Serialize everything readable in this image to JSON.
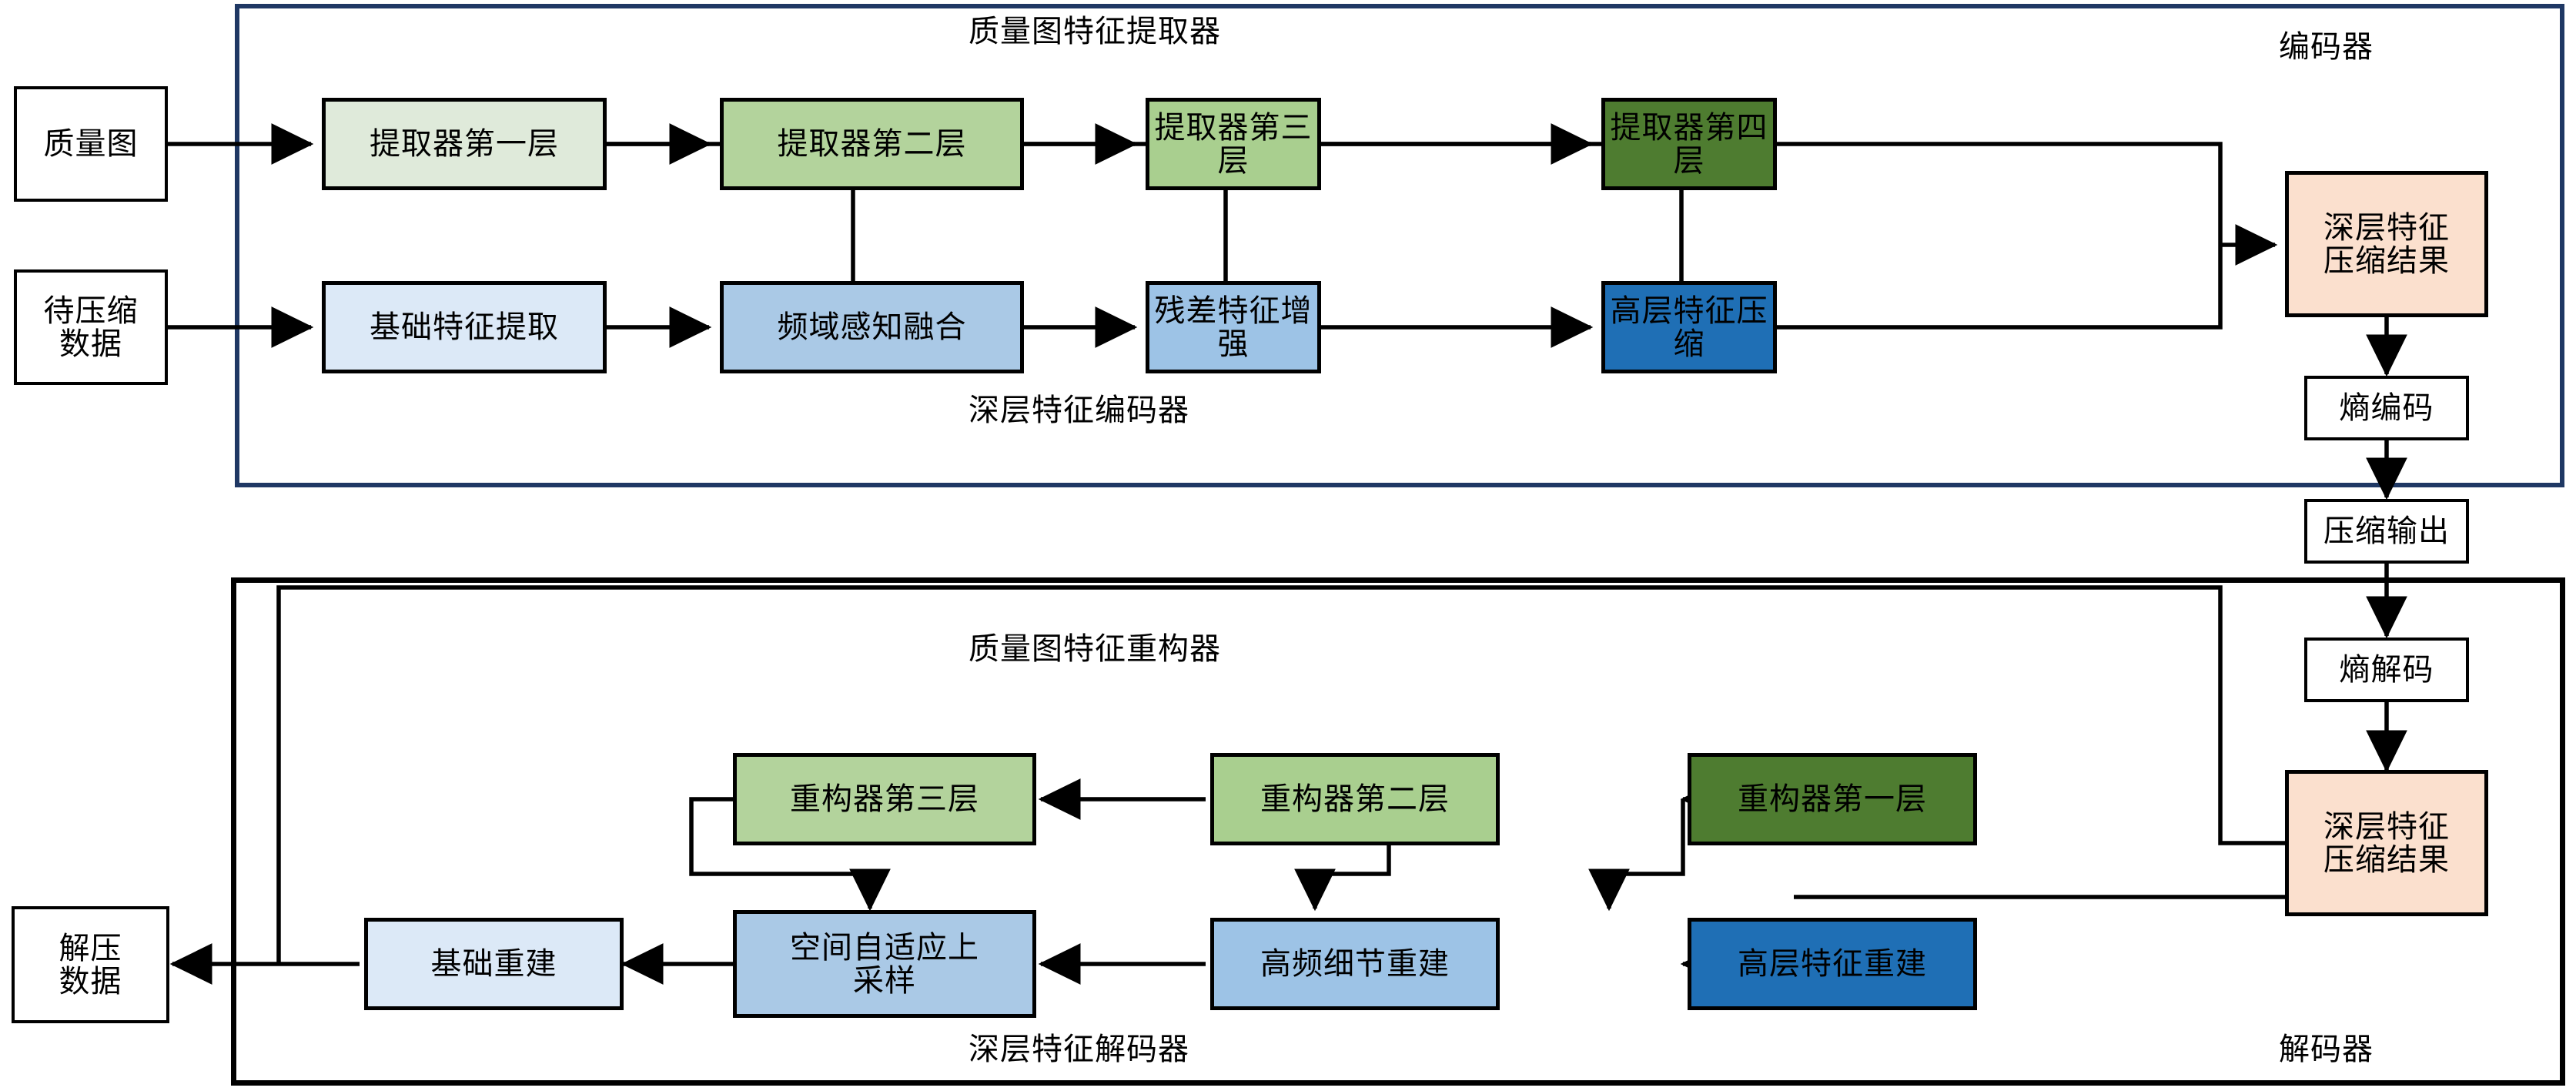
{
  "diagram": {
    "title_encoder_group": "编码器",
    "title_decoder_group": "解码器",
    "label_quality_extractor": "质量图特征提取器",
    "label_deep_encoder": "深层特征编码器",
    "label_quality_reconstructor": "质量图特征重构器",
    "label_deep_decoder": "深层特征解码器"
  },
  "colors": {
    "encoder_border": "#1f3864",
    "decoder_border": "#000000",
    "green_light": "#dfeada",
    "green_mid": "#b3d39c",
    "green_mid2": "#a9cf8f",
    "green_dark": "#4e7c30",
    "blue_light": "#dce9f7",
    "blue_mid": "#aac9e6",
    "blue_mid2": "#9dc3e6",
    "blue_dark": "#1f6fb5",
    "peach": "#fbe0ce"
  },
  "inputs": {
    "quality_map": "质量图",
    "data_to_compress": "待压缩\n数据",
    "decompressed_data": "解压\n数据"
  },
  "encoder": {
    "extractor_row": [
      {
        "label": "提取器第一层",
        "tone": "g1"
      },
      {
        "label": "提取器第二层",
        "tone": "g2"
      },
      {
        "label": "提取器第三层",
        "tone": "g3"
      },
      {
        "label": "提取器第四层",
        "tone": "g4"
      }
    ],
    "feature_row": [
      {
        "label": "基础特征提取",
        "tone": "b1"
      },
      {
        "label": "频域感知融合",
        "tone": "b2"
      },
      {
        "label": "残差特征增强",
        "tone": "b3"
      },
      {
        "label": "高层特征压缩",
        "tone": "b4"
      }
    ],
    "deep_feature_result": "深层特征\n压缩结果",
    "entropy_encode": "熵编码"
  },
  "bitstream": {
    "compressed_output": "压缩输出"
  },
  "decoder": {
    "entropy_decode": "熵解码",
    "deep_feature_result": "深层特征\n压缩结果",
    "reconstructor_row": [
      {
        "label": "重构器第三层",
        "tone": "g2"
      },
      {
        "label": "重构器第二层",
        "tone": "g3"
      },
      {
        "label": "重构器第一层",
        "tone": "g4"
      }
    ],
    "rebuild_row": [
      {
        "label": "基础重建",
        "tone": "b1"
      },
      {
        "label": "空间自适应上\n采样",
        "tone": "b2"
      },
      {
        "label": "高频细节重建",
        "tone": "b3"
      },
      {
        "label": "高层特征重建",
        "tone": "b4"
      }
    ]
  }
}
